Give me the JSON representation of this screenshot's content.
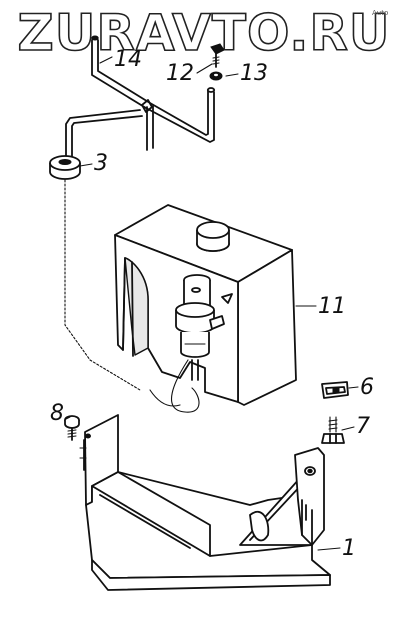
{
  "watermark": {
    "text": "ZURAVTO.RU",
    "small_mark": "Auto"
  },
  "callouts": [
    {
      "id": "14",
      "label": "14"
    },
    {
      "id": "12",
      "label": "12"
    },
    {
      "id": "13",
      "label": "13"
    },
    {
      "id": "3",
      "label": "3"
    },
    {
      "id": "11",
      "label": "11"
    },
    {
      "id": "6",
      "label": "6"
    },
    {
      "id": "8",
      "label": "8"
    },
    {
      "id": "7",
      "label": "7"
    },
    {
      "id": "1",
      "label": "1"
    }
  ]
}
